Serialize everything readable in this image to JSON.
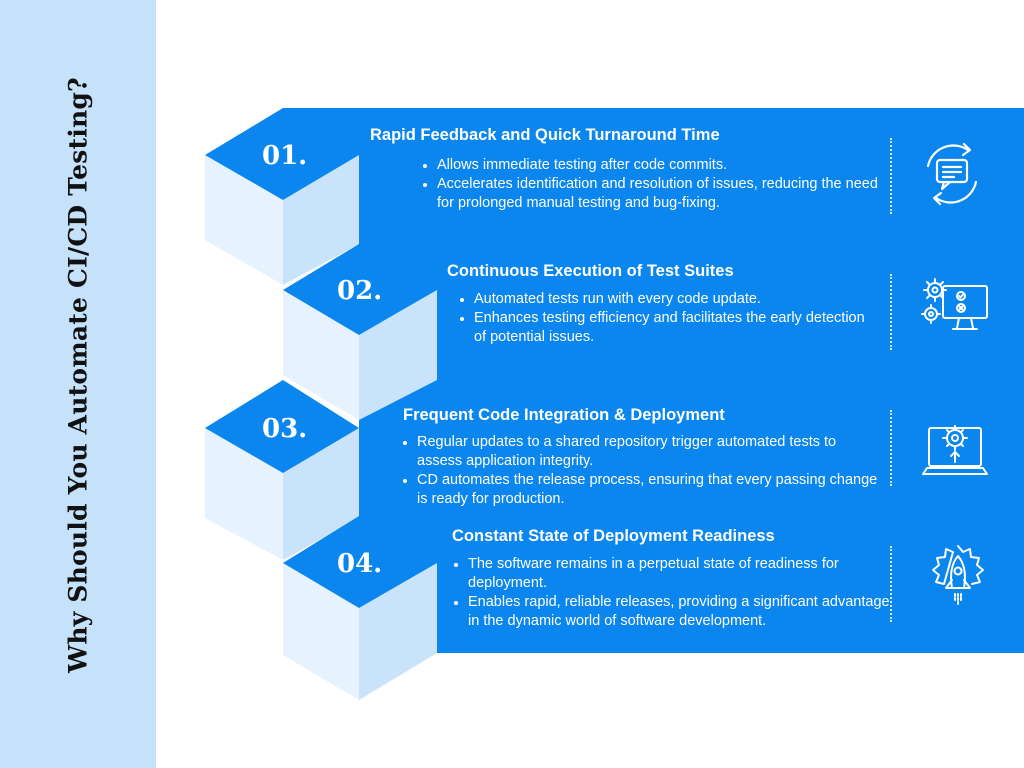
{
  "title": "Why Should You Automate CI/CD Testing?",
  "colors": {
    "sidebar": "#c6e2fb",
    "primary_blue": "#0a86ee",
    "light_face": "#e6f2fd",
    "mid_face": "#c9e3fb",
    "text_dark": "#111111"
  },
  "items": [
    {
      "number": "01.",
      "heading": "Rapid Feedback and Quick Turnaround Time",
      "bullets": [
        "Allows immediate testing after code commits.",
        "Accelerates identification and resolution of issues, reducing the need for prolonged manual testing and bug-fixing."
      ],
      "icon": "feedback-cycle-icon"
    },
    {
      "number": "02.",
      "heading": "Continuous Execution of Test Suites",
      "bullets": [
        "Automated tests run with every code update.",
        "Enhances testing efficiency and facilitates the early detection of potential issues."
      ],
      "icon": "gears-monitor-icon"
    },
    {
      "number": "03.",
      "heading": "Frequent Code Integration & Deployment",
      "bullets": [
        "Regular updates to a shared repository trigger automated tests to assess application integrity.",
        "CD automates the release process, ensuring that every passing change is ready for production."
      ],
      "icon": "laptop-upload-icon"
    },
    {
      "number": "04.",
      "heading": "Constant State of Deployment Readiness",
      "bullets": [
        "The software remains in a perpetual state of readiness for deployment.",
        "Enables rapid, reliable releases, providing a significant advantage in the dynamic world of software development."
      ],
      "icon": "rocket-gear-icon"
    }
  ]
}
